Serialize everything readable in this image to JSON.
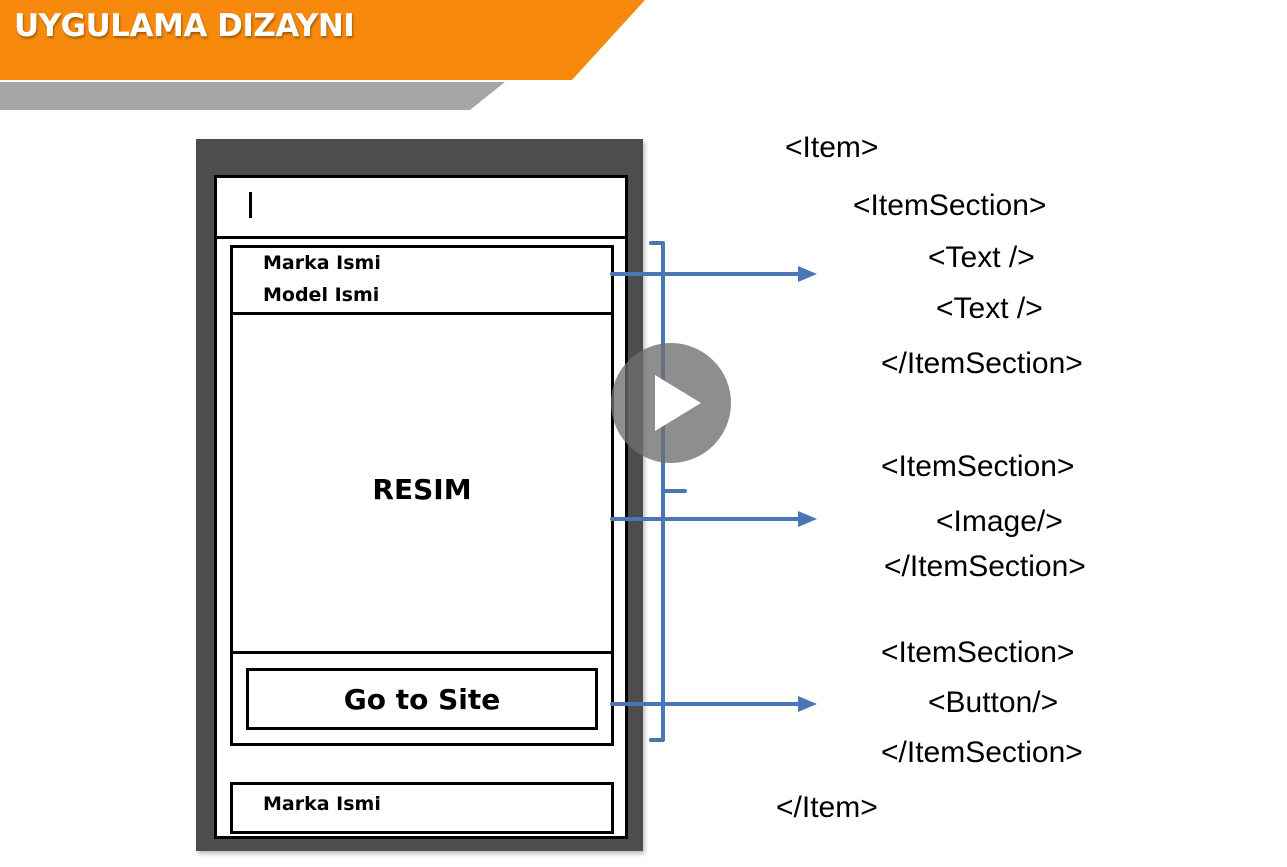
{
  "header": {
    "title": "UYGULAMA DIZAYNI",
    "accent_color": "#f78a0d",
    "shadow_color": "#a6a6a6"
  },
  "mockup": {
    "brand_label": "Marka Ismi",
    "model_label": "Model Ismi",
    "image_label": "RESIM",
    "button_label": "Go to Site",
    "footer_label": "Marka Ismi"
  },
  "code": {
    "item_open": "<Item>",
    "section1_open": "<ItemSection>",
    "text1": "<Text />",
    "text2": "<Text />",
    "section1_close": "</ItemSection>",
    "section2_open": "<ItemSection>",
    "image": "<Image/>",
    "section2_close": "</ItemSection>",
    "section3_open": "<ItemSection>",
    "button": "<Button/>",
    "section3_close": "</ItemSection>",
    "item_close": "</Item>"
  },
  "connector_color": "#4a76b5",
  "video": {
    "icon": "play-icon"
  }
}
